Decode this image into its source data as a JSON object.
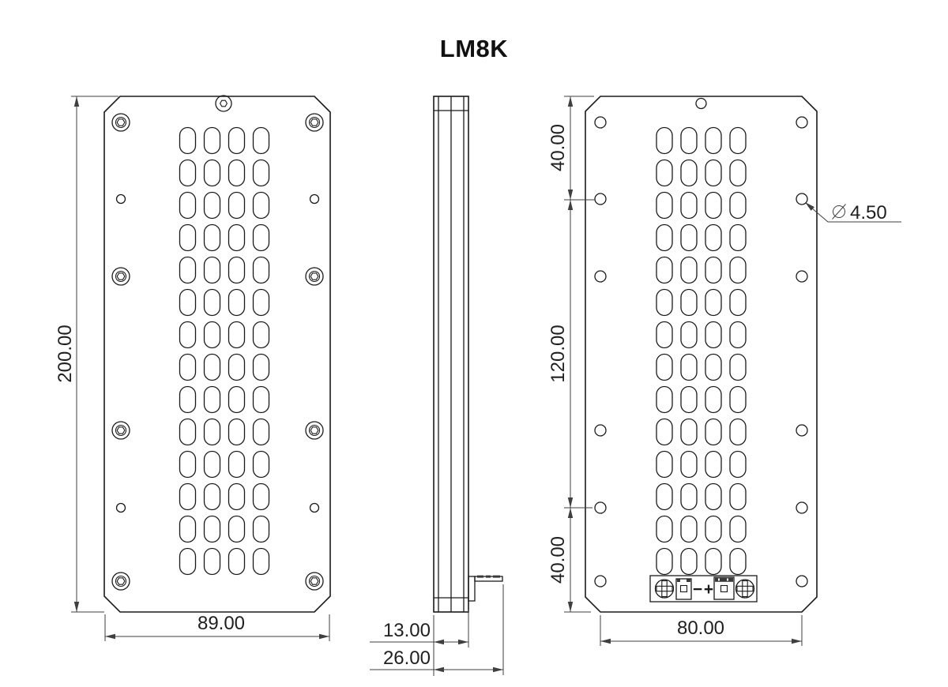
{
  "title": "LM8K",
  "drawing": {
    "front_view": {
      "height_dim": "200.00",
      "width_dim": "89.00",
      "slot_grid": {
        "columns": 4,
        "rows": 14
      },
      "socket_screw_count": 9,
      "pilot_hole_count": 4
    },
    "side_view": {
      "thickness_dim": "13.00",
      "depth_dim": "26.00"
    },
    "rear_view": {
      "top_hole_offset_dim": "40.00",
      "middle_hole_span_dim": "120.00",
      "bottom_hole_offset_dim": "40.00",
      "hole_column_span_dim": "80.00",
      "hole_diameter_symbol": "⌀",
      "hole_diameter_dim": "4.50",
      "mounting_hole_count": 13,
      "slot_grid": {
        "columns": 4,
        "rows": 14
      },
      "terminal": {
        "negative_label": "−",
        "positive_label": "+"
      }
    }
  },
  "colors": {
    "line": "#1a1a1a",
    "dim_line": "#3f3f3f",
    "text": "#1f1f1f",
    "background": "#ffffff"
  }
}
